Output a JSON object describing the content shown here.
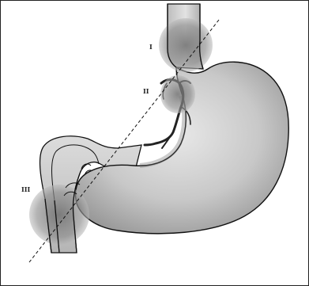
{
  "labels": {
    "region_1": "I",
    "region_2": "II",
    "region_3": "III"
  },
  "colors": {
    "stomach_light": "#e6e6e6",
    "stomach_mid": "#bdbdbd",
    "stomach_dark": "#8f8f8f",
    "circle_fill": "#8a8a8a",
    "circle_dark": "#5a5a5a",
    "outline": "#111111",
    "vessel": "#2a2a2a"
  }
}
